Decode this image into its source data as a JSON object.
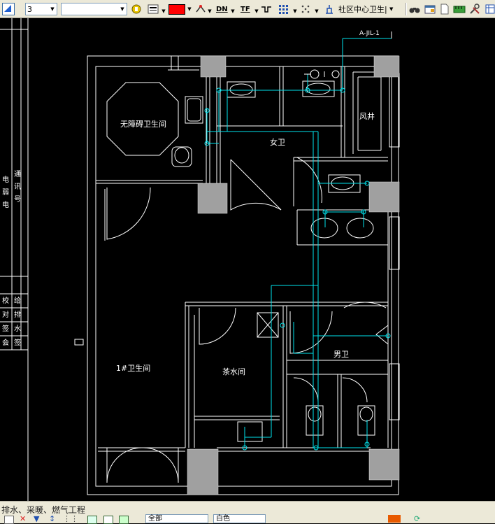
{
  "toolbar": {
    "layer_value": "3",
    "linetype_value": "",
    "color_label": "red",
    "color_hex": "#ff0000",
    "dn_label": "DN",
    "tf_label": "TF",
    "project_name": "社区中心卫生|"
  },
  "drawing": {
    "riser_label": "A-JIL-1",
    "rooms": {
      "accessible_wc": "无障碍卫生间",
      "female_wc": "女卫",
      "shaft": "风井",
      "janitor": "茶水间",
      "male_wc": "男卫",
      "public_wc": "1#卫生间"
    },
    "left_panel": {
      "top_labels": [
        "电",
        "弱",
        "电"
      ],
      "top_labels_2": [
        "通",
        "讯",
        "号"
      ],
      "bottom_col1": [
        "给",
        "排",
        "水"
      ],
      "bottom_col2": [
        "校",
        "对",
        "签"
      ],
      "bottom_col3": [
        "会",
        "签"
      ]
    }
  },
  "status": {
    "text": "排水、采暖、燃气工程",
    "combo1": "全部",
    "combo2": "白色"
  },
  "colors": {
    "pipe": "#00e5ee",
    "wall": "#ffffff",
    "column": "#a0a0a0",
    "background": "#000000"
  }
}
